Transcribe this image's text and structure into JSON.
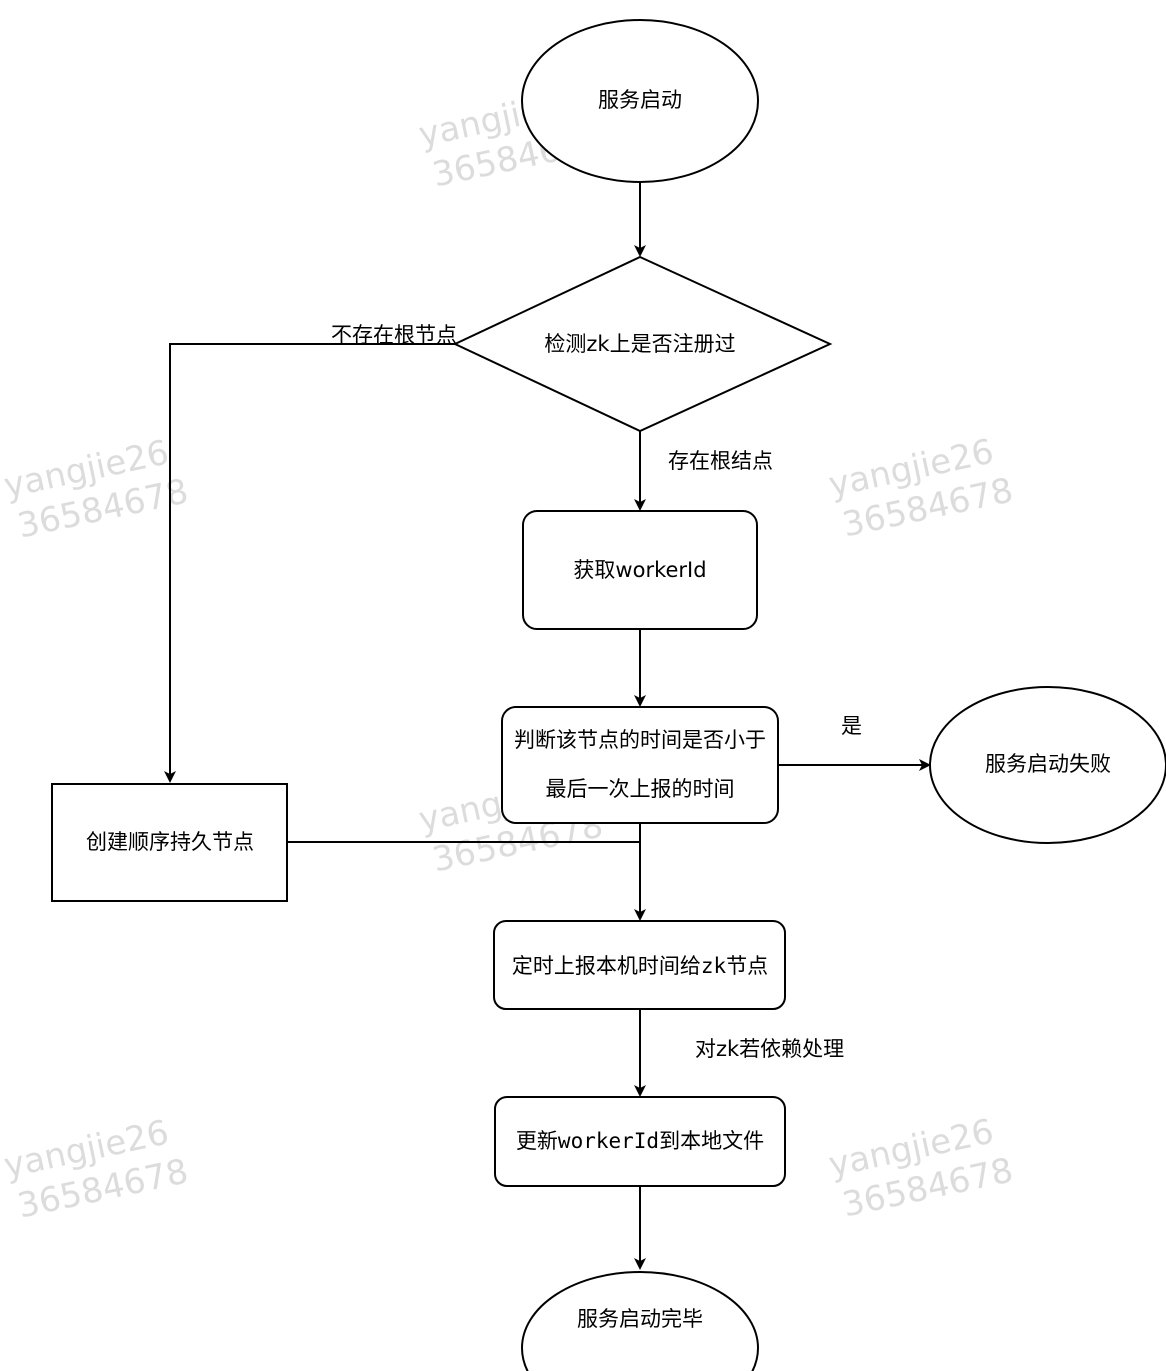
{
  "watermark": {
    "name": "yangjie26",
    "id": "36584678"
  },
  "nodes": {
    "start": "服务启动",
    "check_zk": "检测zk上是否注册过",
    "get_worker_id": "获取workerId",
    "compare_time_line1": "判断该节点的时间是否小于",
    "compare_time_line2": "最后一次上报的时间",
    "start_failed": "服务启动失败",
    "create_node": "创建顺序持久节点",
    "report_time_prefix": "定时上报本机时间给",
    "report_time_mono": "zk",
    "report_time_suffix": "节点",
    "update_prefix": "更新",
    "update_mono": "workerId",
    "update_suffix": "到本地文件",
    "end": "服务启动完毕"
  },
  "edge_labels": {
    "root_missing": "不存在根节点",
    "root_exists": "存在根结点",
    "yes": "是",
    "zk_dependency": "对zk若依赖处理"
  }
}
